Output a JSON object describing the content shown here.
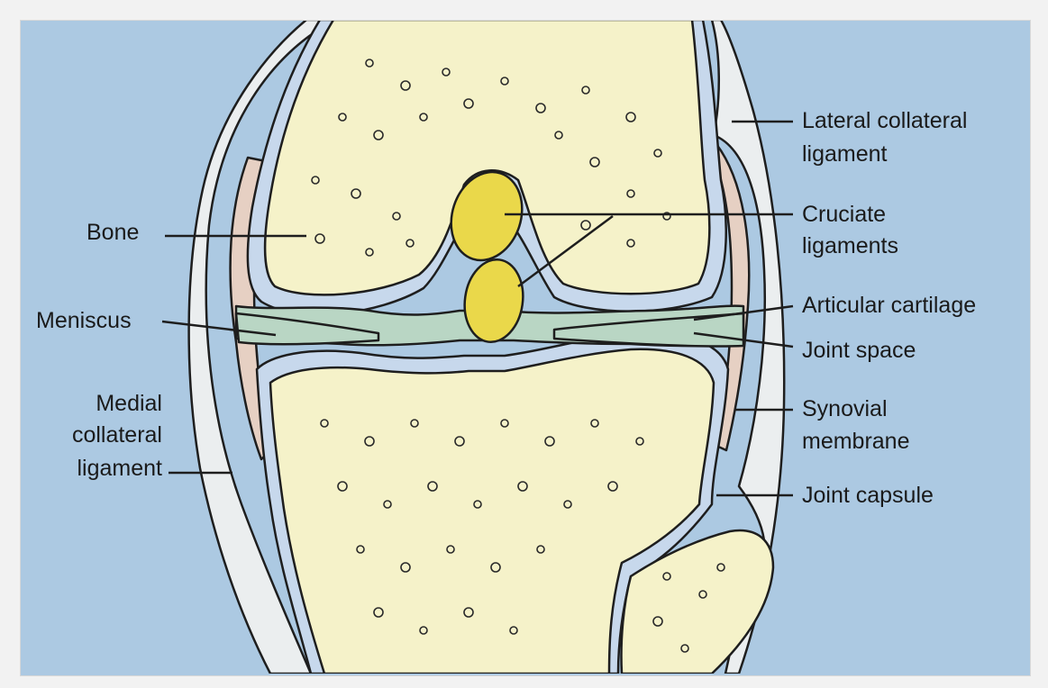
{
  "colors": {
    "background": "#acc9e2",
    "bone": "#f5f2c9",
    "cartilage": "#c7d8ec",
    "joint_space": "#b9d6c4",
    "ligament_capsule": "#ebeeef",
    "synovial": "#e6d0c3",
    "cruciate": "#ead84a",
    "outline": "#1e1e1e"
  },
  "labels": {
    "bone": "Bone",
    "meniscus": "Meniscus",
    "medial_collateral_1": "Medial",
    "medial_collateral_2": "collateral",
    "medial_collateral_3": "ligament",
    "lateral_collateral_1": "Lateral collateral",
    "lateral_collateral_2": "ligament",
    "cruciate_1": "Cruciate",
    "cruciate_2": "ligaments",
    "articular_cartilage": "Articular cartilage",
    "joint_space": "Joint space",
    "synovial_1": "Synovial",
    "synovial_2": "membrane",
    "joint_capsule": "Joint capsule"
  }
}
